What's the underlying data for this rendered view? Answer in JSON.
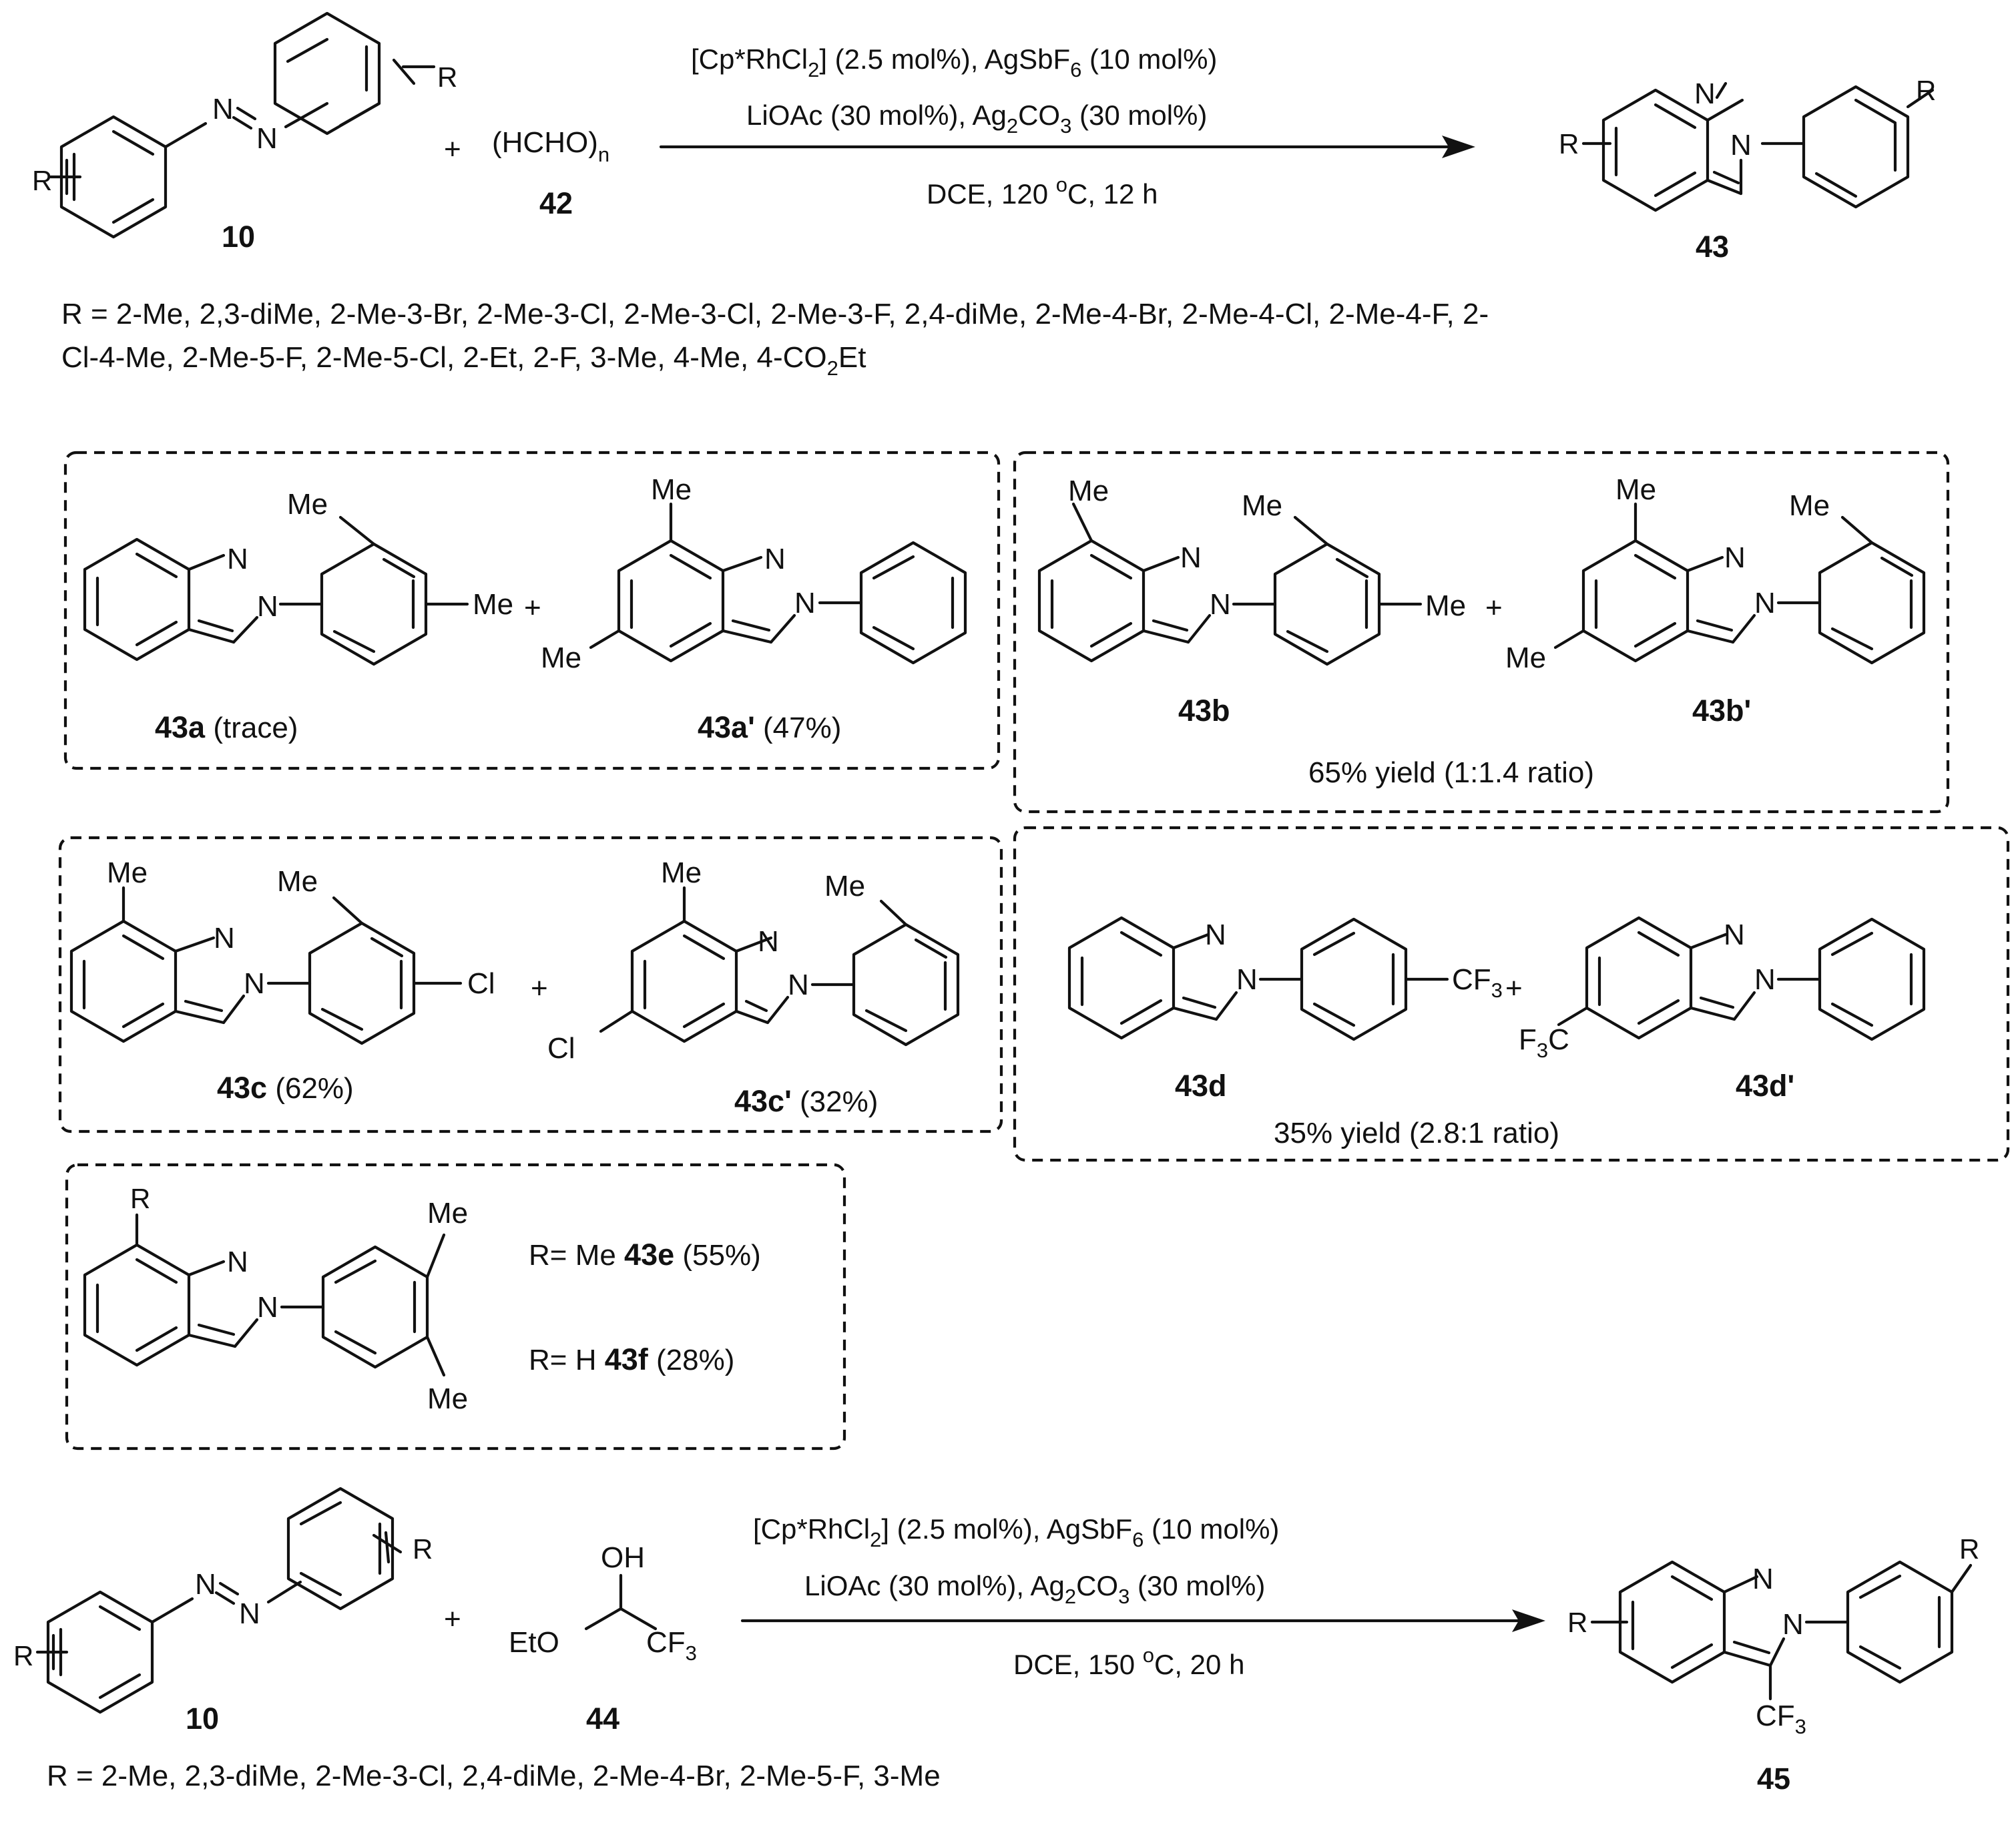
{
  "reaction1": {
    "reagent_line": "[Cp*RhCl",
    "reagent_sub": "2",
    "reagent_rest": "] (2.5 mol%), AgSbF",
    "reagent_sub2": "6",
    "reagent_end": " (10 mol%)",
    "line2a": "LiOAc (30 mol%), Ag",
    "line2_sub1": "2",
    "line2b": "CO",
    "line2_sub2": "3",
    "line2c": " (30 mol%)",
    "conditions": "DCE, 120 ",
    "temp_unit": "C, 12 h",
    "deg": "o",
    "reactant_label": "10",
    "reagent_label": "42",
    "reagent_formula": "(HCHO)",
    "reagent_formula_sub": "n",
    "product_label": "43",
    "plus": "+",
    "r_scope_line1": "R = 2-Me, 2,3-diMe, 2-Me-3-Br, 2-Me-3-Cl, 2-Me-3-Cl, 2-Me-3-F, 2,4-diMe, 2-Me-4-Br, 2-Me-4-Cl, 2-Me-4-F, 2-",
    "r_scope_line2a": "Cl-4-Me, 2-Me-5-F, 2-Me-5-Cl, 2-Et, 2-F, 3-Me, 4-Me, 4-CO",
    "r_scope_line2_sub": "2",
    "r_scope_line2b": "Et"
  },
  "boxes": {
    "a": {
      "label1": "43a",
      "yield1": " (trace)",
      "label2": "43a'",
      "yield2": " (47%)"
    },
    "b": {
      "label1": "43b",
      "label2": "43b'",
      "summary": "65% yield  (1:1.4 ratio)"
    },
    "c": {
      "label1": "43c",
      "yield1": " (62%)",
      "label2": "43c'",
      "yield2": " (32%)"
    },
    "d": {
      "label1": "43d",
      "label2": "43d'",
      "summary": "35% yield  (2.8:1 ratio)"
    },
    "e": {
      "line1_pre": "R= Me ",
      "line1_label": "43e",
      "line1_yield": " (55%)",
      "line2_pre": "R= H ",
      "line2_label": "43f",
      "line2_yield": " (28%)"
    }
  },
  "reaction2": {
    "reagent_line": "[Cp*RhCl",
    "reagent_sub": "2",
    "reagent_rest": "] (2.5 mol%), AgSbF",
    "reagent_sub2": "6",
    "reagent_end": " (10 mol%)",
    "line2a": "LiOAc (30 mol%), Ag",
    "line2_sub1": "2",
    "line2b": "CO",
    "line2_sub2": "3",
    "line2c": " (30 mol%)",
    "conditions": "DCE, 150 ",
    "temp_unit": "C, 20 h",
    "deg": "o",
    "reactant_label": "10",
    "reagent_label": "44",
    "product_label": "45",
    "plus": "+",
    "r_scope": "R = 2-Me, 2,3-diMe, 2-Me-3-Cl, 2,4-diMe, 2-Me-4-Br, 2-Me-5-F, 3-Me"
  },
  "atoms": {
    "N": "N",
    "R": "R",
    "Me": "Me",
    "Cl": "Cl",
    "CF": "CF",
    "three": "3",
    "F3C_F": "F",
    "F3C_C": "C",
    "OH": "OH",
    "EtO": "EtO"
  }
}
